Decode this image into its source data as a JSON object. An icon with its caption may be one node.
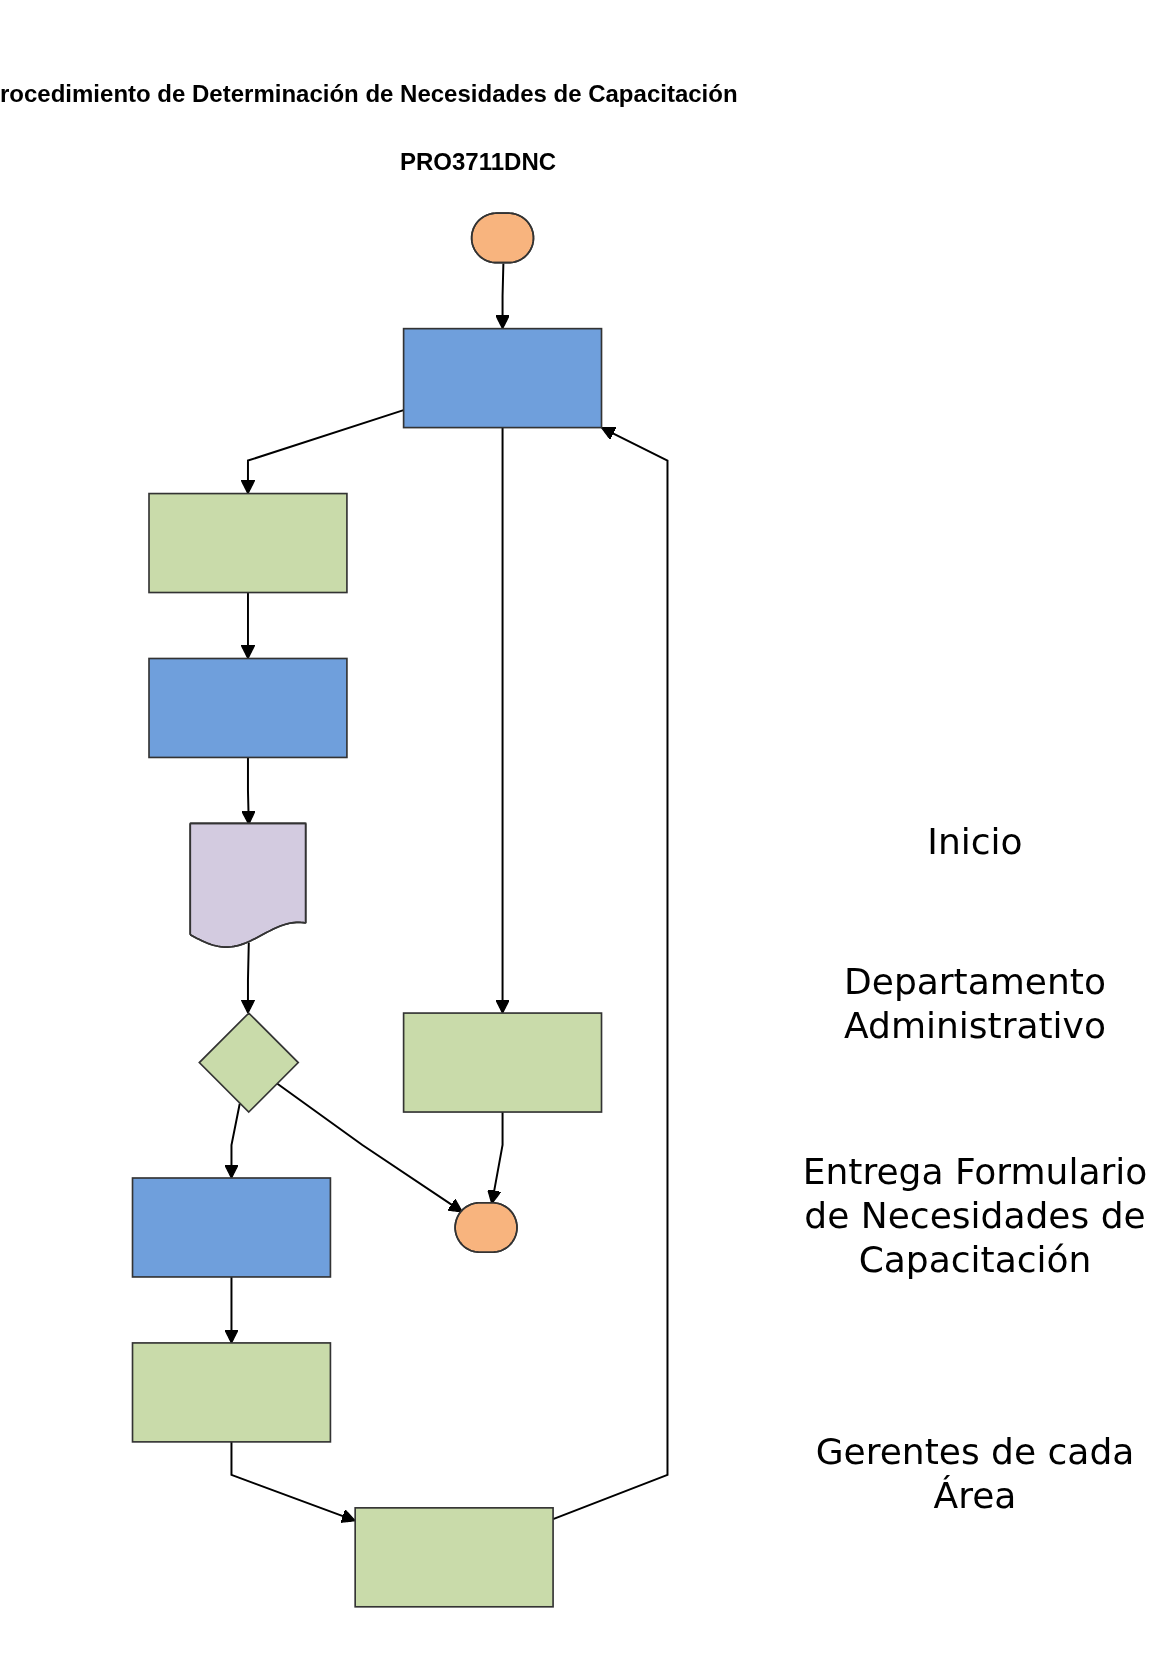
{
  "diagram": {
    "title": "rocedimiento de Determinación de Necesidades de Capacitación",
    "nodes": [
      {
        "text": [],
        "shape": "pill"
      },
      {
        "text": [],
        "shape": "box"
      },
      {
        "text": [],
        "shape": "box"
      },
      {
        "text": [],
        "shape": "box"
      },
      {
        "text": [],
        "shape": "box"
      },
      {
        "text": [],
        "shape": "document"
      },
      {
        "text": [],
        "shape": "diamond"
      },
      {
        "text": [],
        "shape": "box"
      },
      {
        "text": [],
        "shape": "box"
      },
      {
        "text": [],
        "shape": "box"
      },
      {
        "text": [],
        "shape": "pill"
      }
    ],
    "edges": [
      {
        "from": 0,
        "to": 1,
        "arrow": "to"
      },
      {
        "from": 1,
        "to": 2,
        "arrow": "to"
      },
      {
        "from": 1,
        "to": 3,
        "arrow": "to"
      },
      {
        "from": 3,
        "to": 4,
        "arrow": "to"
      },
      {
        "from": 4,
        "to": 5,
        "arrow": "to"
      },
      {
        "from": 5,
        "to": 6,
        "arrow": "to"
      },
      {
        "from": 6,
        "to": 7,
        "arrow": "to"
      },
      {
        "from": 7,
        "to": 8,
        "arrow": "to"
      },
      {
        "from": 8,
        "to": 9,
        "arrow": "to"
      },
      {
        "from": 9,
        "to": 1,
        "arrow": "to"
      },
      {
        "from": 6,
        "to": 10,
        "arrow": "to"
      },
      {
        "from": 2,
        "to": 10,
        "arrow": "to"
      }
    ],
    "labels": [
      "PRO3711DNC",
      "Inicio",
      "Departamento Administrativo",
      "Entrega Formulario de Necesidades de Capacitación",
      "Gerentes de cada Área"
    ]
  }
}
